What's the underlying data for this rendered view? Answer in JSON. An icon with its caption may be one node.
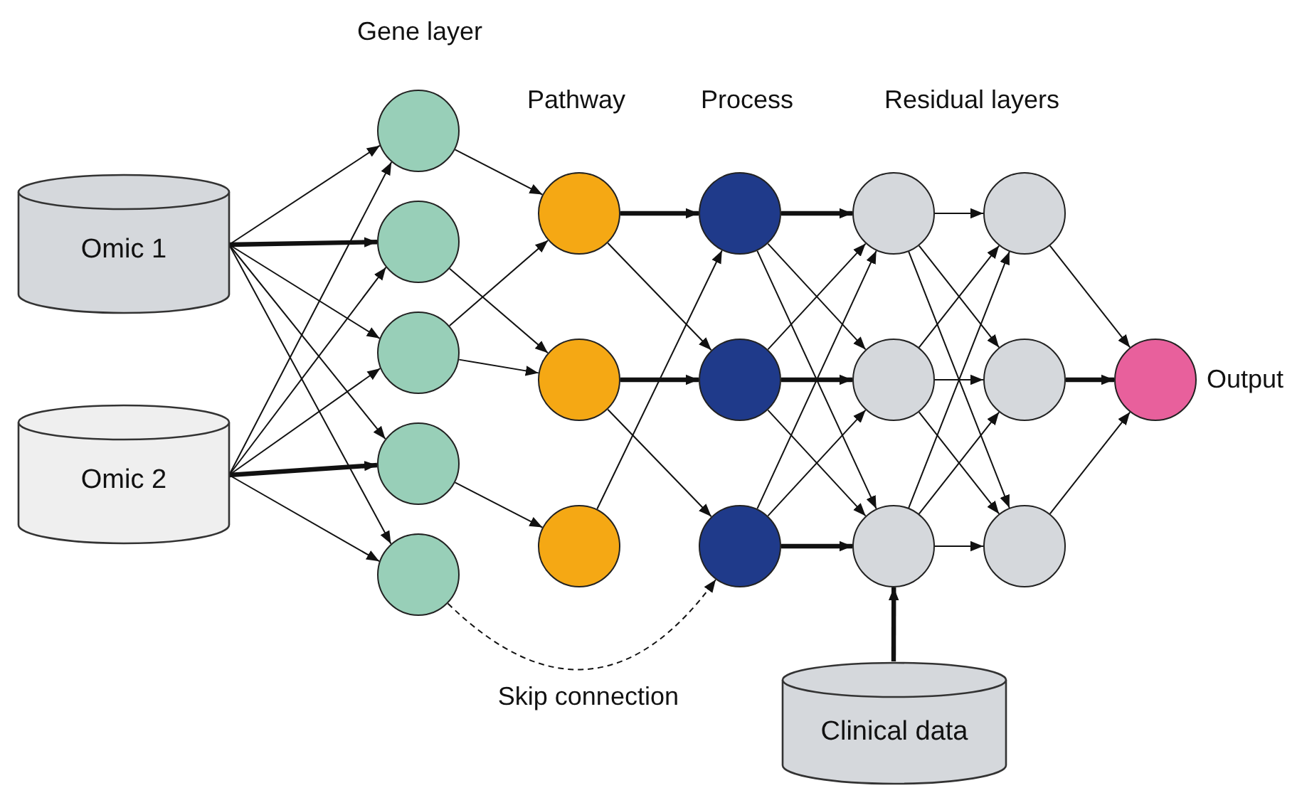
{
  "diagram": {
    "nodes": [
      {
        "text": [
          "Omic 1"
        ]
      },
      {
        "text": [
          "Omic 2"
        ]
      },
      {
        "text": [],
        "shape": "circle"
      },
      {
        "text": [],
        "shape": "circle"
      },
      {
        "text": [],
        "shape": "circle"
      },
      {
        "text": [],
        "shape": "circle"
      },
      {
        "text": [],
        "shape": "circle"
      },
      {
        "text": [],
        "shape": "circle"
      },
      {
        "text": [],
        "shape": "circle"
      },
      {
        "text": [],
        "shape": "circle"
      },
      {
        "text": [],
        "shape": "circle"
      },
      {
        "text": [],
        "shape": "circle"
      },
      {
        "text": [],
        "shape": "circle"
      },
      {
        "text": [],
        "shape": "circle"
      },
      {
        "text": [],
        "shape": "circle"
      },
      {
        "text": [],
        "shape": "circle"
      },
      {
        "text": [],
        "shape": "circle"
      },
      {
        "text": [],
        "shape": "circle"
      },
      {
        "text": [],
        "shape": "circle"
      },
      {
        "text": [],
        "shape": "circle",
        "beside": [
          "Output"
        ]
      },
      {
        "text": [
          "Clinical data"
        ]
      }
    ],
    "edges": [
      {
        "from": 0,
        "to": 2,
        "arrow": "to"
      },
      {
        "from": 0,
        "to": 3,
        "arrow": "to",
        "style": "thick"
      },
      {
        "from": 0,
        "to": 4,
        "arrow": "to"
      },
      {
        "from": 0,
        "to": 5,
        "arrow": "to"
      },
      {
        "from": 0,
        "to": 6,
        "arrow": "to"
      },
      {
        "from": 1,
        "to": 2,
        "arrow": "to"
      },
      {
        "from": 1,
        "to": 3,
        "arrow": "to"
      },
      {
        "from": 1,
        "to": 4,
        "arrow": "to"
      },
      {
        "from": 1,
        "to": 5,
        "arrow": "to",
        "style": "thick"
      },
      {
        "from": 1,
        "to": 6,
        "arrow": "to"
      },
      {
        "from": 2,
        "to": 7,
        "arrow": "to"
      },
      {
        "from": 3,
        "to": 8,
        "arrow": "to"
      },
      {
        "from": 4,
        "to": 7,
        "arrow": "to"
      },
      {
        "from": 4,
        "to": 8,
        "arrow": "to"
      },
      {
        "from": 5,
        "to": 9,
        "arrow": "to"
      },
      {
        "from": 7,
        "to": 10,
        "arrow": "to",
        "style": "thick"
      },
      {
        "from": 7,
        "to": 11,
        "arrow": "to"
      },
      {
        "from": 8,
        "to": 11,
        "arrow": "to",
        "style": "thick"
      },
      {
        "from": 8,
        "to": 12,
        "arrow": "to"
      },
      {
        "from": 9,
        "to": 10,
        "arrow": "to"
      },
      {
        "from": 10,
        "to": 13,
        "arrow": "to",
        "style": "thick"
      },
      {
        "from": 10,
        "to": 14,
        "arrow": "to"
      },
      {
        "from": 10,
        "to": 15,
        "arrow": "to"
      },
      {
        "from": 11,
        "to": 13,
        "arrow": "to"
      },
      {
        "from": 11,
        "to": 14,
        "arrow": "to",
        "style": "thick"
      },
      {
        "from": 11,
        "to": 15,
        "arrow": "to"
      },
      {
        "from": 12,
        "to": 13,
        "arrow": "to"
      },
      {
        "from": 12,
        "to": 14,
        "arrow": "to"
      },
      {
        "from": 12,
        "to": 15,
        "arrow": "to",
        "style": "thick"
      },
      {
        "from": 13,
        "to": 16,
        "arrow": "to"
      },
      {
        "from": 13,
        "to": 17,
        "arrow": "to"
      },
      {
        "from": 13,
        "to": 18,
        "arrow": "to"
      },
      {
        "from": 14,
        "to": 16,
        "arrow": "to"
      },
      {
        "from": 14,
        "to": 17,
        "arrow": "to"
      },
      {
        "from": 14,
        "to": 18,
        "arrow": "to"
      },
      {
        "from": 15,
        "to": 16,
        "arrow": "to"
      },
      {
        "from": 15,
        "to": 17,
        "arrow": "to"
      },
      {
        "from": 15,
        "to": 18,
        "arrow": "to"
      },
      {
        "from": 16,
        "to": 19,
        "arrow": "to"
      },
      {
        "from": 17,
        "to": 19,
        "arrow": "to",
        "style": "thick"
      },
      {
        "from": 18,
        "to": 19,
        "arrow": "to"
      },
      {
        "from": 20,
        "to": 15,
        "arrow": "to",
        "style": "thick"
      },
      {
        "from": 6,
        "to": 12,
        "arrow": "to",
        "style": "dashed",
        "label": "Skip connection"
      }
    ],
    "labels": [
      "Gene layer",
      "Pathway",
      "Process",
      "Residual layers"
    ]
  }
}
